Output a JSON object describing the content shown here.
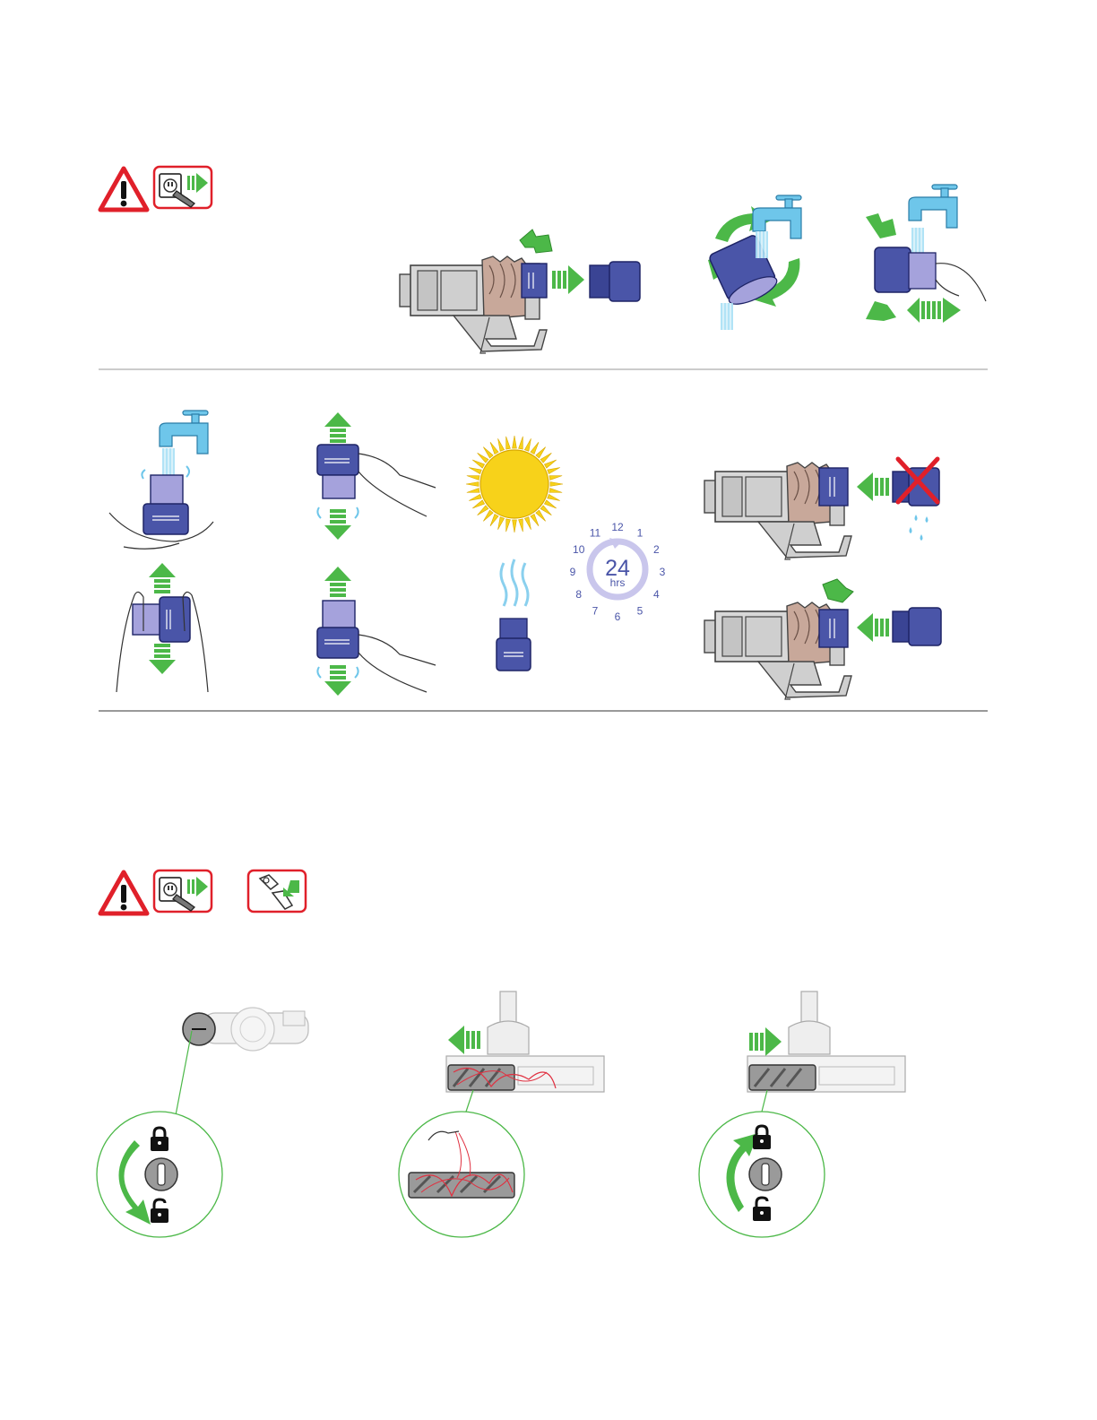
{
  "clock": {
    "center_value": "24",
    "center_unit": "hrs",
    "hours": [
      "12",
      "1",
      "2",
      "3",
      "4",
      "5",
      "6",
      "7",
      "8",
      "9",
      "10",
      "11"
    ]
  },
  "colors": {
    "warning_red": "#e0202a",
    "arrow_green": "#4cb848",
    "filter_blue": "#4a55a8",
    "filter_lavender": "#a5a2dc",
    "water_blue": "#6ec6ea",
    "sun_yellow": "#f7d21a",
    "body_grey": "#b5b5b5",
    "clock_ring": "#c9c6ec",
    "brush_red": "#e03040"
  },
  "icons": [
    "warning-icon",
    "unplug-charger-icon",
    "detach-tool-icon",
    "tap-icon",
    "recycle-rotate-icon",
    "sun-icon",
    "heat-waves-icon",
    "clock-icon",
    "cross-icon",
    "water-drops-icon",
    "lock-icon",
    "unlock-icon",
    "arrow-icon"
  ]
}
